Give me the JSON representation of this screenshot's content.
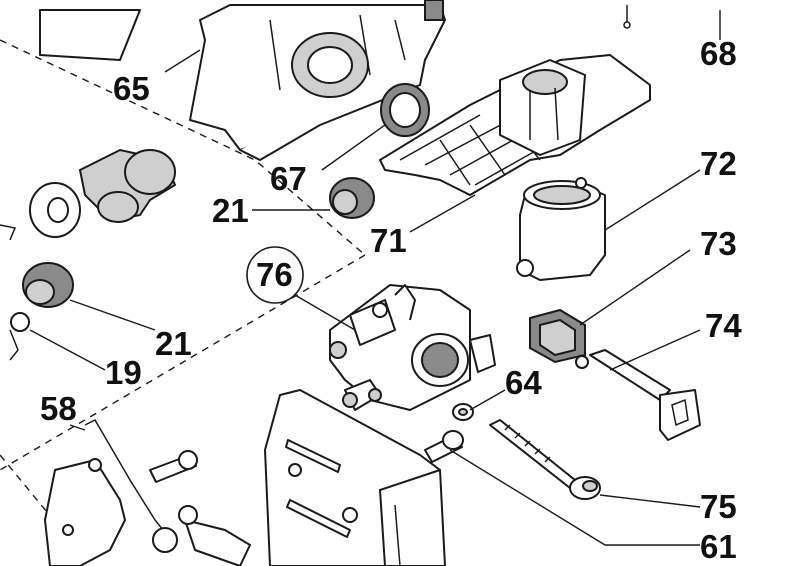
{
  "callouts": [
    {
      "id": "65",
      "text": "65"
    },
    {
      "id": "67",
      "text": "67"
    },
    {
      "id": "68",
      "text": "68"
    },
    {
      "id": "71",
      "text": "71"
    },
    {
      "id": "72",
      "text": "72"
    },
    {
      "id": "73",
      "text": "73"
    },
    {
      "id": "74",
      "text": "74"
    },
    {
      "id": "75",
      "text": "75"
    },
    {
      "id": "76",
      "text": "76"
    },
    {
      "id": "64",
      "text": "64"
    },
    {
      "id": "61",
      "text": "61"
    },
    {
      "id": "58",
      "text": "58"
    },
    {
      "id": "21a",
      "text": "21"
    },
    {
      "id": "21b",
      "text": "21"
    },
    {
      "id": "19",
      "text": "19"
    }
  ]
}
